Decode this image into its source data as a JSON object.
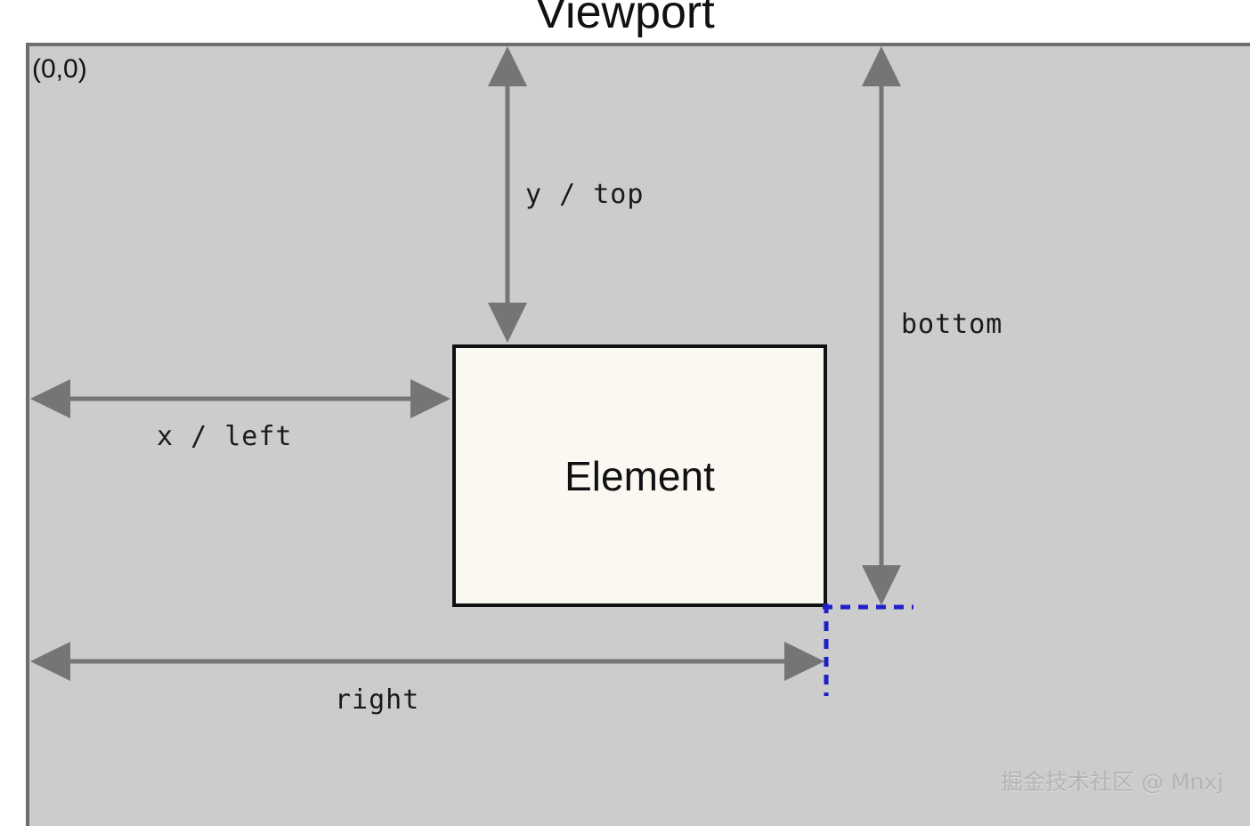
{
  "diagram": {
    "title": "Viewport",
    "origin_label": "(0,0)",
    "element_label": "Element",
    "watermark": "掘金技术社区 @ Mnxj",
    "colors": {
      "viewport_fill": "#cccccc",
      "viewport_border": "#6e6e6e",
      "element_fill": "#faf8f1",
      "element_border": "#111111",
      "arrow": "#757575",
      "dashed_guide": "#2020c8",
      "page_background": "#ffffff",
      "text": "#111111",
      "watermark": "#b4b4b4"
    },
    "measurements": [
      {
        "id": "y-top",
        "label": "y / top",
        "orientation": "vertical",
        "from": "viewport-top-edge",
        "to": "element-top-edge",
        "arrowheads": "both"
      },
      {
        "id": "x-left",
        "label": "x / left",
        "orientation": "horizontal",
        "from": "viewport-left-edge",
        "to": "element-left-edge",
        "arrowheads": "both"
      },
      {
        "id": "bottom",
        "label": "bottom",
        "orientation": "vertical",
        "from": "viewport-top-edge",
        "to": "element-bottom-edge",
        "arrowheads": "both"
      },
      {
        "id": "right",
        "label": "right",
        "orientation": "horizontal",
        "from": "viewport-left-edge",
        "to": "element-right-edge",
        "arrowheads": "both"
      }
    ],
    "guides": [
      {
        "id": "bottom-guide",
        "orientation": "horizontal",
        "style": "dashed",
        "anchor": "element-bottom-right-corner"
      },
      {
        "id": "right-guide",
        "orientation": "vertical",
        "style": "dashed",
        "anchor": "element-bottom-right-corner"
      }
    ]
  }
}
